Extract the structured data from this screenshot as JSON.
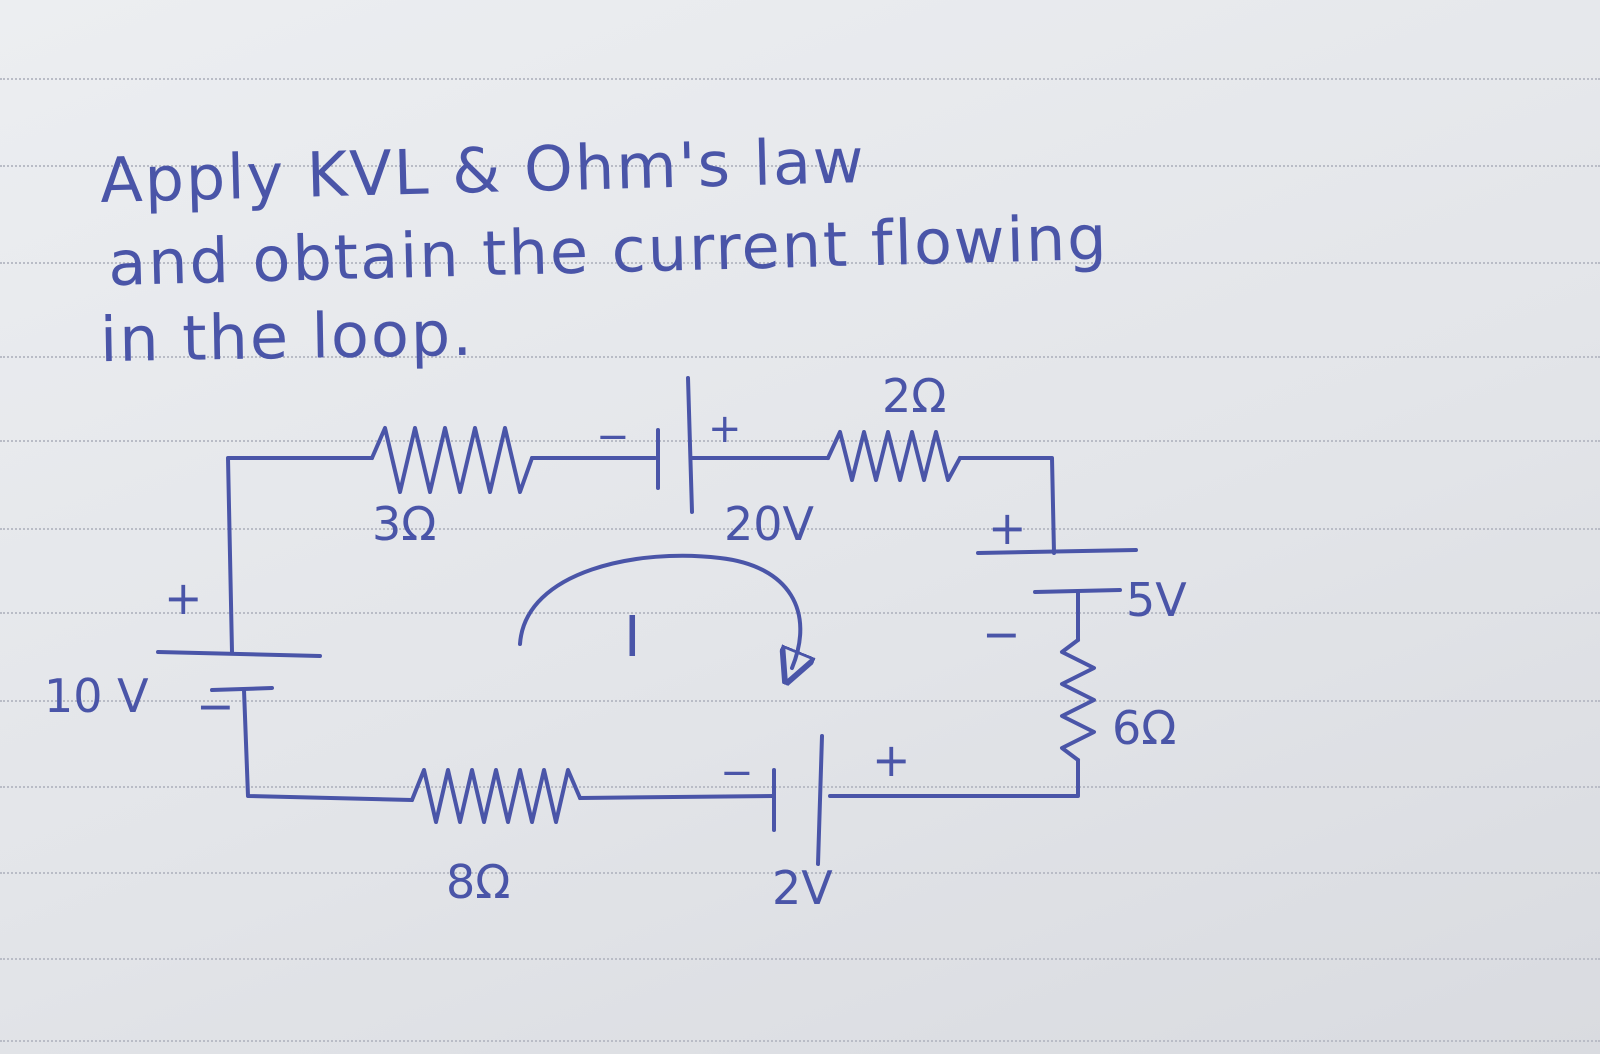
{
  "question": {
    "line1": "Apply  KVL  &  Ohm's  law",
    "line2": "and  obtain  the  current  flowing",
    "line3": "in  the  loop."
  },
  "circuit": {
    "r_top_left": "3Ω",
    "r_top_right": "2Ω",
    "r_right": "6Ω",
    "r_bottom": "8Ω",
    "src_top": "20V",
    "src_right": "5V",
    "src_left": "10 V",
    "src_bottom": "2V",
    "current": "I",
    "plus": "+",
    "minus": "−"
  },
  "colors": {
    "ink": "#4a55a8",
    "paper": "#e6e7ea",
    "rule": "#b9bcc6"
  }
}
